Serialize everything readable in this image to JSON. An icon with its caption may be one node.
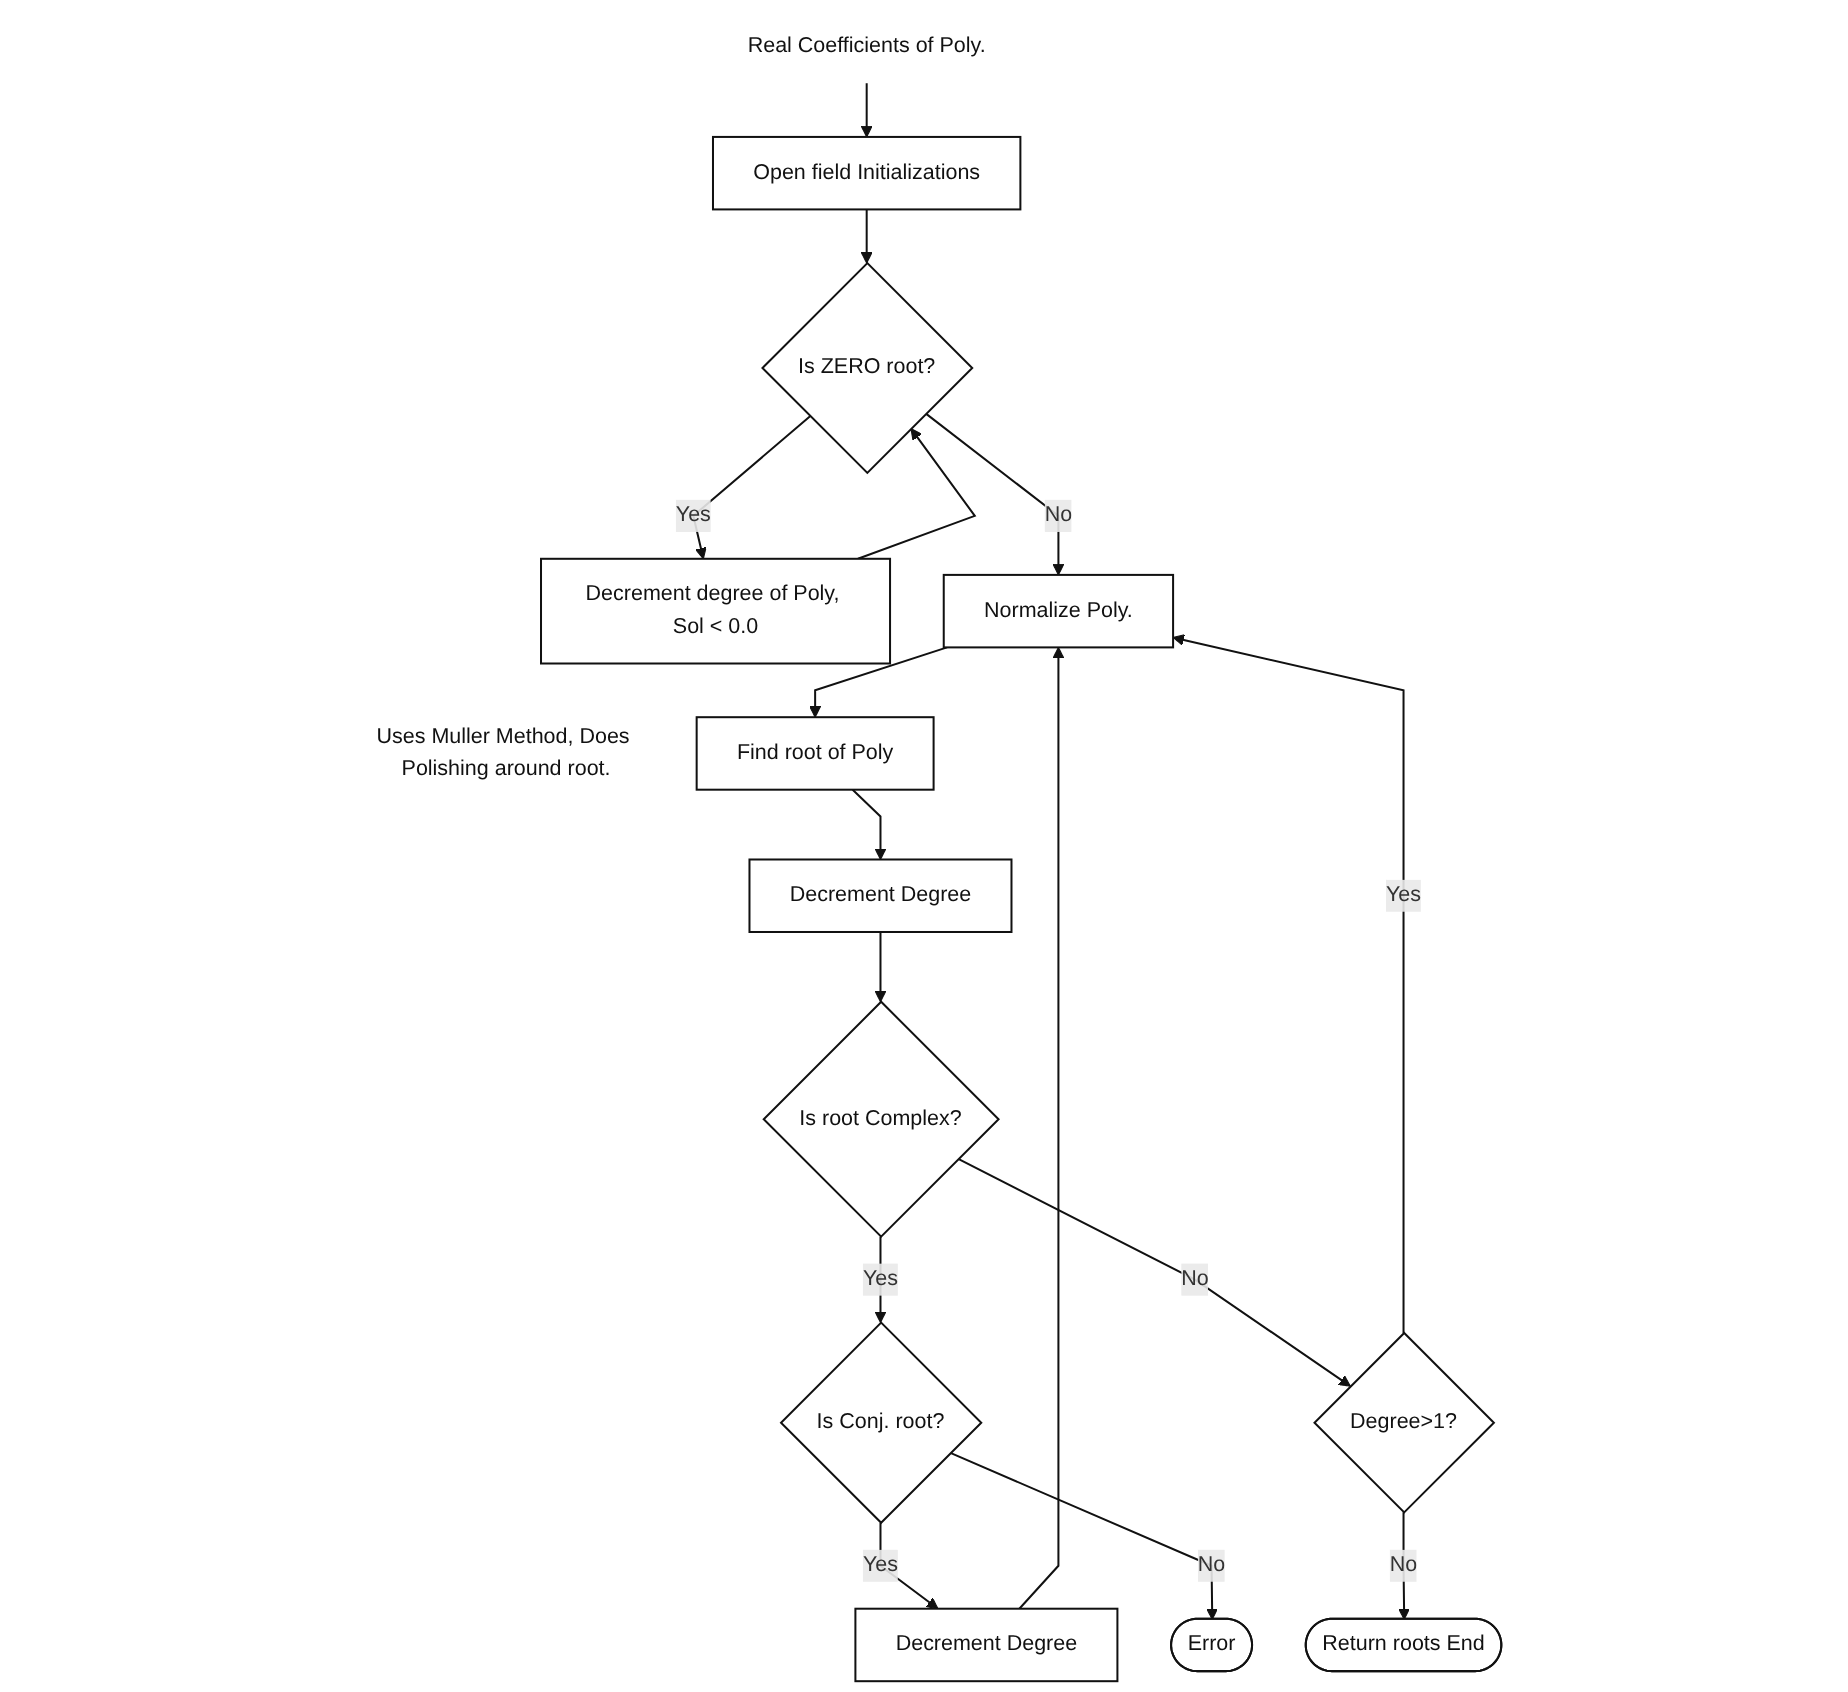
{
  "diagram": {
    "nodes": [
      {
        "text": [
          "Real Coefficients of Poly."
        ]
      },
      {
        "text": [
          "Open field Initializations"
        ]
      },
      {
        "text": [
          "Is ZERO root?"
        ]
      },
      {
        "text": [
          "Decrement degree of Poly, Sol < 0.0"
        ]
      },
      {
        "text": [
          "Normalize Poly."
        ]
      },
      {
        "text": [
          "Find root of Poly"
        ],
        "beside": [
          "Uses Muller Method, Does Polishing around root."
        ]
      },
      {
        "text": [
          "Decrement Degree"
        ]
      },
      {
        "text": [
          "Is root Complex?"
        ]
      },
      {
        "text": [
          "Is Conj. root?"
        ]
      },
      {
        "text": [
          "Decrement Degree"
        ]
      },
      {
        "text": [
          "Error"
        ]
      },
      {
        "text": [
          "Degree>1?"
        ]
      },
      {
        "text": [
          "Return roots End"
        ]
      }
    ],
    "edges": [
      {
        "from": 0,
        "to": 1,
        "arrow": "to"
      },
      {
        "from": 1,
        "to": 2,
        "arrow": "to"
      },
      {
        "from": 2,
        "to": 3,
        "label": "Yes",
        "arrow": "to"
      },
      {
        "from": 3,
        "to": 2,
        "arrow": "to"
      },
      {
        "from": 2,
        "to": 4,
        "label": "No",
        "arrow": "to"
      },
      {
        "from": 4,
        "to": 5,
        "arrow": "to"
      },
      {
        "from": 5,
        "to": 6,
        "arrow": "to"
      },
      {
        "from": 6,
        "to": 7,
        "arrow": "to"
      },
      {
        "from": 7,
        "to": 8,
        "label": "Yes",
        "arrow": "to"
      },
      {
        "from": 8,
        "to": 9,
        "label": "Yes",
        "arrow": "to"
      },
      {
        "from": 9,
        "to": 4,
        "arrow": "to"
      },
      {
        "from": 8,
        "to": 10,
        "label": "No",
        "arrow": "to"
      },
      {
        "from": 7,
        "to": 11,
        "label": "No",
        "arrow": "to"
      },
      {
        "from": 11,
        "to": 4,
        "label": "Yes",
        "arrow": "to"
      },
      {
        "from": 11,
        "to": 12,
        "label": "No",
        "arrow": "to"
      }
    ]
  }
}
